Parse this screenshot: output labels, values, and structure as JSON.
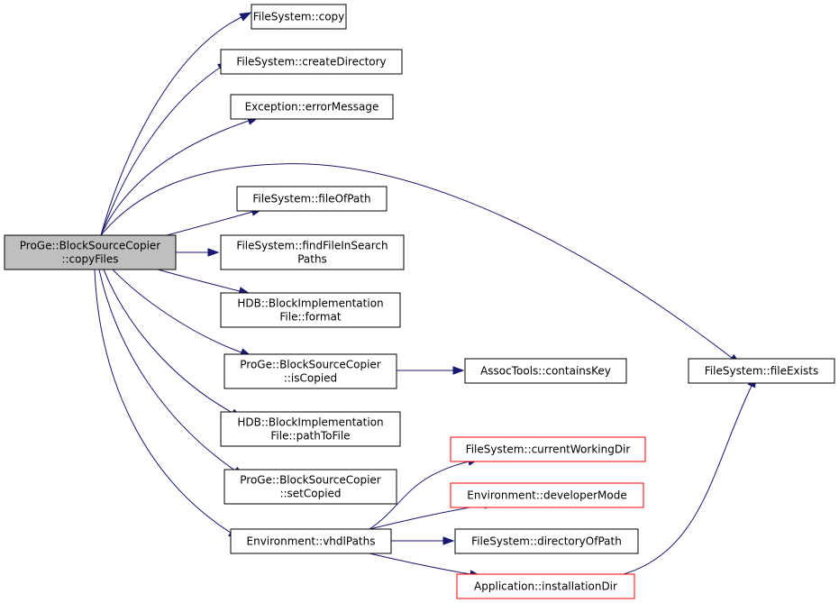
{
  "colors": {
    "edge": "#191970",
    "root_fill": "#bfbfbf",
    "node_fill": "#ffffff",
    "node_border": "#000000",
    "truncated_border": "#ff0000"
  },
  "nodes": [
    {
      "id": "copyFiles",
      "lines": [
        "ProGe::BlockSourceCopier",
        "::copyFiles"
      ],
      "style": "root"
    },
    {
      "id": "copy",
      "lines": [
        "FileSystem::copy"
      ],
      "style": "normal"
    },
    {
      "id": "createDirectory",
      "lines": [
        "FileSystem::createDirectory"
      ],
      "style": "normal"
    },
    {
      "id": "errorMessage",
      "lines": [
        "Exception::errorMessage"
      ],
      "style": "normal"
    },
    {
      "id": "fileOfPath",
      "lines": [
        "FileSystem::fileOfPath"
      ],
      "style": "normal"
    },
    {
      "id": "findFileInSearchPaths",
      "lines": [
        "FileSystem::findFileInSearch",
        "Paths"
      ],
      "style": "normal"
    },
    {
      "id": "format",
      "lines": [
        "HDB::BlockImplementation",
        "File::format"
      ],
      "style": "normal"
    },
    {
      "id": "isCopied",
      "lines": [
        "ProGe::BlockSourceCopier",
        "::isCopied"
      ],
      "style": "normal"
    },
    {
      "id": "pathToFile",
      "lines": [
        "HDB::BlockImplementation",
        "File::pathToFile"
      ],
      "style": "normal"
    },
    {
      "id": "setCopied",
      "lines": [
        "ProGe::BlockSourceCopier",
        "::setCopied"
      ],
      "style": "normal"
    },
    {
      "id": "vhdlPaths",
      "lines": [
        "Environment::vhdlPaths"
      ],
      "style": "normal"
    },
    {
      "id": "containsKey",
      "lines": [
        "AssocTools::containsKey"
      ],
      "style": "normal"
    },
    {
      "id": "fileExists",
      "lines": [
        "FileSystem::fileExists"
      ],
      "style": "normal"
    },
    {
      "id": "currentWorkingDir",
      "lines": [
        "FileSystem::currentWorkingDir"
      ],
      "style": "red"
    },
    {
      "id": "developerMode",
      "lines": [
        "Environment::developerMode"
      ],
      "style": "red"
    },
    {
      "id": "directoryOfPath",
      "lines": [
        "FileSystem::directoryOfPath"
      ],
      "style": "normal"
    },
    {
      "id": "installationDir",
      "lines": [
        "Application::installationDir"
      ],
      "style": "red"
    }
  ],
  "edges": [
    {
      "from": "copyFiles",
      "to": "copy"
    },
    {
      "from": "copyFiles",
      "to": "createDirectory"
    },
    {
      "from": "copyFiles",
      "to": "errorMessage"
    },
    {
      "from": "copyFiles",
      "to": "fileExists"
    },
    {
      "from": "copyFiles",
      "to": "fileOfPath"
    },
    {
      "from": "copyFiles",
      "to": "findFileInSearchPaths"
    },
    {
      "from": "copyFiles",
      "to": "format"
    },
    {
      "from": "copyFiles",
      "to": "isCopied"
    },
    {
      "from": "copyFiles",
      "to": "pathToFile"
    },
    {
      "from": "copyFiles",
      "to": "setCopied"
    },
    {
      "from": "copyFiles",
      "to": "vhdlPaths"
    },
    {
      "from": "isCopied",
      "to": "containsKey"
    },
    {
      "from": "vhdlPaths",
      "to": "currentWorkingDir"
    },
    {
      "from": "vhdlPaths",
      "to": "developerMode"
    },
    {
      "from": "vhdlPaths",
      "to": "directoryOfPath"
    },
    {
      "from": "vhdlPaths",
      "to": "installationDir"
    },
    {
      "from": "installationDir",
      "to": "fileExists"
    }
  ]
}
